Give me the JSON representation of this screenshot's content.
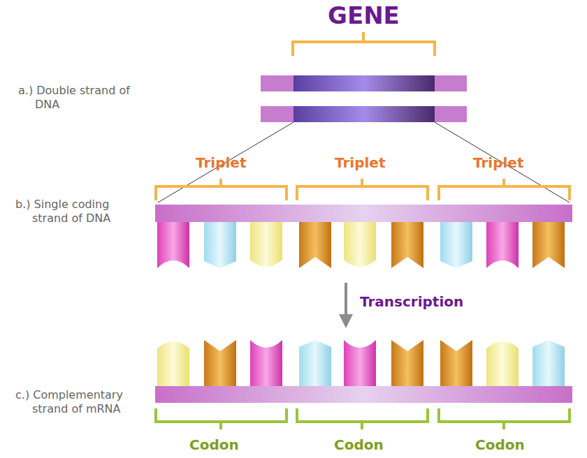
{
  "diagram": {
    "title": "GENE",
    "labels": [
      "a.) Double strand of DNA",
      "Triplet",
      "Triplet",
      "Triplet",
      "b.) Single coding strand of DNA",
      "Transcription",
      "c.) Complementary strand of mRNA",
      "Codon",
      "Codon",
      "Codon"
    ]
  }
}
